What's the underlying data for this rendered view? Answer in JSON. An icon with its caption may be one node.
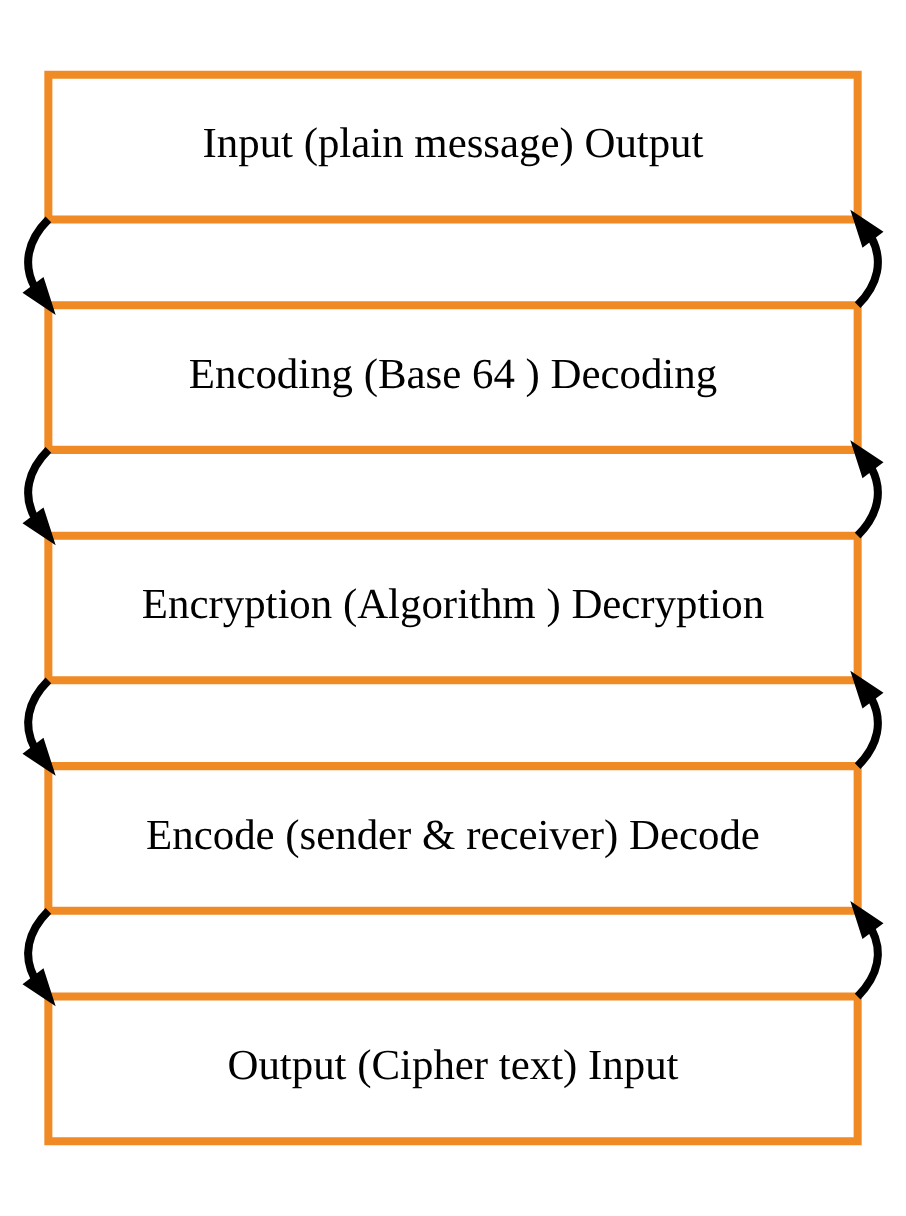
{
  "diagram": {
    "nodes": [
      {
        "text": [
          "Input (plain message) Output"
        ]
      },
      {
        "text": [
          "Encoding (Base 64 ) Decoding"
        ]
      },
      {
        "text": [
          "Encryption (Algorithm ) Decryption"
        ]
      },
      {
        "text": [
          "Encode (sender & receiver) Decode"
        ]
      },
      {
        "text": [
          "Output (Cipher text) Input"
        ]
      }
    ],
    "edges": [
      {
        "from": 0,
        "to": 1,
        "arrow": "to"
      },
      {
        "from": 1,
        "to": 0,
        "arrow": "to"
      },
      {
        "from": 1,
        "to": 2,
        "arrow": "to"
      },
      {
        "from": 2,
        "to": 1,
        "arrow": "to"
      },
      {
        "from": 2,
        "to": 3,
        "arrow": "to"
      },
      {
        "from": 3,
        "to": 2,
        "arrow": "to"
      },
      {
        "from": 3,
        "to": 4,
        "arrow": "to"
      },
      {
        "from": 4,
        "to": 3,
        "arrow": "to"
      }
    ]
  }
}
